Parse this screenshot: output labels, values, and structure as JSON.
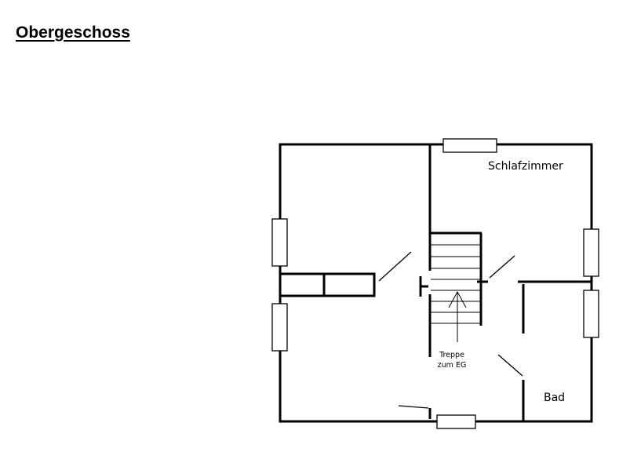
{
  "title": "Obergeschoss",
  "rooms": {
    "schlafzimmer": "Schlafzimmer",
    "bad": "Bad"
  },
  "stairs": {
    "label_line1": "Treppe",
    "label_line2": "zum EG"
  },
  "colors": {
    "line": "#000000",
    "background": "#ffffff"
  }
}
